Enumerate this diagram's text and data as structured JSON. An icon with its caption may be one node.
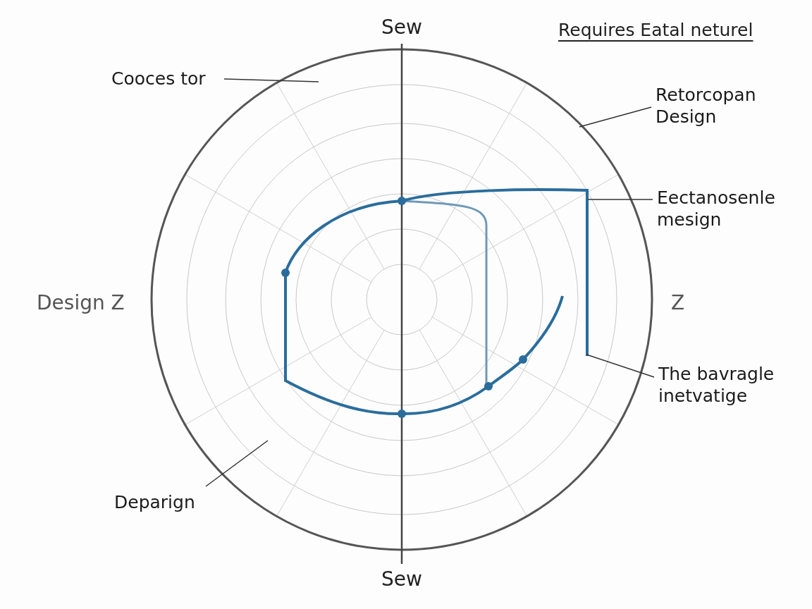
{
  "diagram": {
    "title": "Requires Eatal neturel",
    "nodes": [
      {
        "text": [
          "Cooces tor"
        ]
      },
      {
        "text": [
          "Retorcopan Design"
        ]
      },
      {
        "text": [
          "Eectanosenle mesign"
        ]
      },
      {
        "text": [
          "The bavragle inetvatige"
        ]
      },
      {
        "text": [
          "Deparign"
        ]
      }
    ],
    "edges": [
      {
        "from": 0,
        "to": null,
        "arrow": "none"
      },
      {
        "from": 1,
        "to": null,
        "arrow": "none"
      },
      {
        "from": 2,
        "to": null,
        "arrow": "none"
      },
      {
        "from": 3,
        "to": null,
        "arrow": "none"
      },
      {
        "from": 4,
        "to": null,
        "arrow": "none"
      }
    ],
    "labels": [
      "Sew",
      "Design Z",
      "Z",
      "Sew"
    ]
  }
}
